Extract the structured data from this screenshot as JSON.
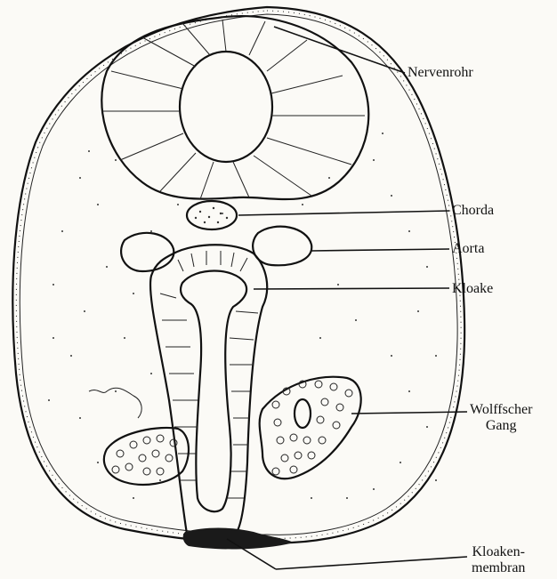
{
  "labels": {
    "nervenrohr": "Nervenrohr",
    "chorda": "Chorda",
    "aorta": "Aorta",
    "kloake": "Kloake",
    "wolffscher_line1": "Wolffscher",
    "wolffscher_line2": "Gang",
    "kloakenmembran_line1": "Kloaken-",
    "kloakenmembran_line2": "membran"
  }
}
